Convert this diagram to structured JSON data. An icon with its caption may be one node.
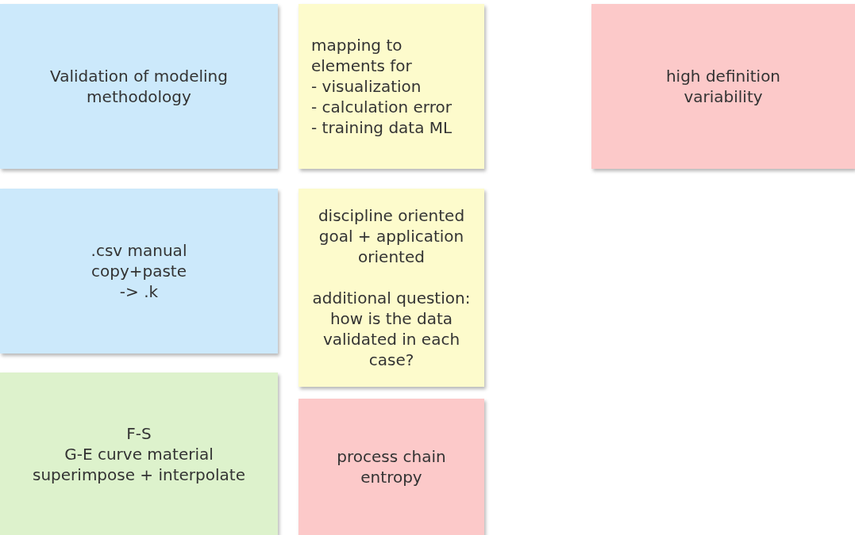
{
  "diagram": {
    "nodes": [
      {
        "text": [
          "Validation of modeling methodology"
        ]
      },
      {
        "text": [
          "mapping to elements for",
          "- visualization",
          "- calculation error",
          "- training data ML"
        ]
      },
      {
        "text": [
          "high definition variability"
        ]
      },
      {
        "text": [
          ".csv manual copy+paste -> .k"
        ]
      },
      {
        "text": [
          "discipline oriented goal + application oriented",
          "additional question: how is the data validated in each case?"
        ]
      },
      {
        "text": [
          "F-S",
          "G-E curve material",
          "superimpose + interpolate"
        ]
      },
      {
        "text": [
          "process chain entropy"
        ]
      }
    ]
  }
}
